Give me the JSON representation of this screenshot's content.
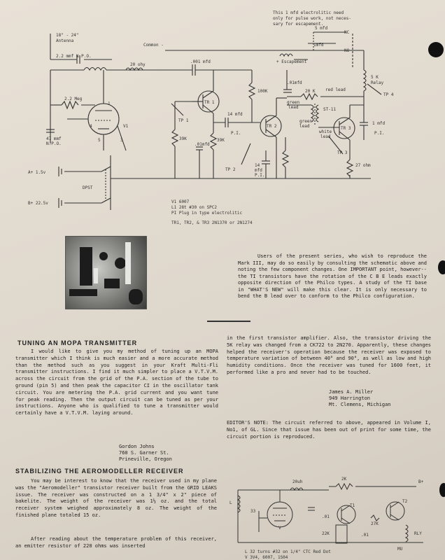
{
  "schematic_top": {
    "note": [
      "This 1 mfd electrolitic need",
      "only for pulse work, not neces-",
      "sary for escapement."
    ],
    "labels": {
      "antenna": [
        "18\" - 24\"",
        "Antenna"
      ],
      "common": "Common -",
      "c1": "2.2 mmf N.P.O.",
      "c2": "20 ohy",
      "c3": ".001 mfd",
      "tr1": "TR 1",
      "tp1": "TP 1",
      "r1": "39K",
      "r2": "39K",
      "c4": ".01mfd",
      "c5": "14 mfd",
      "pi1": "P.I.",
      "tr2": "TR 2",
      "tp2": "TP 2",
      "c6": [
        "14",
        "mfd",
        "P.I."
      ],
      "r100k": "100K",
      "c7": ".01mfd",
      "green_lead": "green",
      "lead": "lead",
      "r20k": "20 K",
      "red_lead": "red lead",
      "st11": "ST-11",
      "green_lead2": [
        "green",
        "lead"
      ],
      "white_lead": [
        "white",
        "lead"
      ],
      "tr3": "TR 3",
      "tp4": "TP 4",
      "relay": [
        "5 K",
        "Relay"
      ],
      "c8": [
        "1 mfd",
        "P.I."
      ],
      "r27": "27 ohm",
      "tp3": "TP 3",
      "nc": "NC",
      "no": "NO",
      "imfd": "1mfd",
      "escapement": "+ Escapement",
      "mfd5": "5 mfd",
      "mhz": "2.2 Meg",
      "c47": [
        "47 mmf",
        "N.P.O."
      ],
      "v1": "V1",
      "a_batt": "A+ 1.5v",
      "b_batt": "B+ 22.5v",
      "dpst": "DPST",
      "pin4": "4",
      "pin5": "5",
      "pin3": "3",
      "pin1": "1"
    },
    "legend": [
      "V1   6007",
      "L1   28t #30 on SPC2",
      "PI   Plug in type electrolitic"
    ],
    "transistors": "TR1, TR2, & TR3   2N1370 or 2N1274"
  },
  "intro_text": "Users of the present series, who wish to reproduce the Mark III, may do so easily by consulting the schematic above and noting the few component changes. One IMPORTANT point, however--the TI transistors have the rotation of the C B E leads exactly opposite direction of the Philco types. A study of the TI base in \"WHAT'S NEW\" will make this clear. It is only necessary to bend the B lead over to conform to the Philco configuration.",
  "article1": {
    "title": "TUNING AN MOPA TRANSMITTER",
    "body": "I would like to give you my method of tuning up an MOPA transmitter which I think is much easier and a more accurate method than the method such as you suggest in your Kraft Multi-Fli transmitter instructions. I find it much simpler to place a V.T.V.M. across the circuit from the grid of the P.A. section of the tube to ground (pin 5) and then peak the capacitor CI in the oscillator tank circuit. You are metering the P.A. grid current and you want tune for peak reading. Then the output circuit can be tuned as per your instructions. Anyone who is qualified to tune a transmitter would certainly have a V.T.V.M. laying around.",
    "sig": [
      "Gordon Johns",
      "760 S. Garner St.",
      "Prineville, Oregon"
    ]
  },
  "article2": {
    "title": "STABILIZING THE AEROMODELLER RECEIVER",
    "body1": "You may be interest to know that the receiver used in my plane was the \"Aeromodeller\" transistor receiver built from the GRID LEAKS issue. The receiver was constructed on a 1 3/4\" x 2\" piece of bakelite. The weight of the receiver was 1½ oz. and the total receiver system weighed approximately 8 oz. The weight of the finished plane totaled 15 oz.",
    "body2": "After reading about the temperature problem of this receiver, an emitter resistor of 220 ohms was inserted"
  },
  "right_col": {
    "body": "in the first transistor amplifier. Also, the transistor driving the 5K relay was changed from a CK722 to 2N270. Apparently, these changes helped the receiver's operation because the receiver was exposed to temperature variation of between 40° and 90°, as well as low and high humidity conditions. Once the receiver was tuned for 1600 feet, it performed like a pro and never had to be touched.",
    "sig": [
      "James A. Miller",
      "949 Harrington",
      "Mt. Clemens, Michigan"
    ],
    "editor_note": "EDITOR'S NOTE: The circuit referred to above, appeared in Volume I, No1, of GL. Since that issue has been out of print for some time, the circuit portion is reproduced."
  },
  "schematic_bottom": {
    "labels": {
      "r20": "20uh",
      "r2k": "2K",
      "c01": ".01",
      "c33": "33",
      "t1": "T1",
      "t2": "T2",
      "r27k": "27K",
      "r22k": "22K",
      "c01b": ".01",
      "rly": "RLY",
      "l": "L",
      "v": "V",
      "b": "B+",
      "m": "MU"
    },
    "legend": [
      "L  32 turns #32 on 1/4\" CTC Red Dot",
      "V  3V4, 6007, 1S04"
    ]
  }
}
